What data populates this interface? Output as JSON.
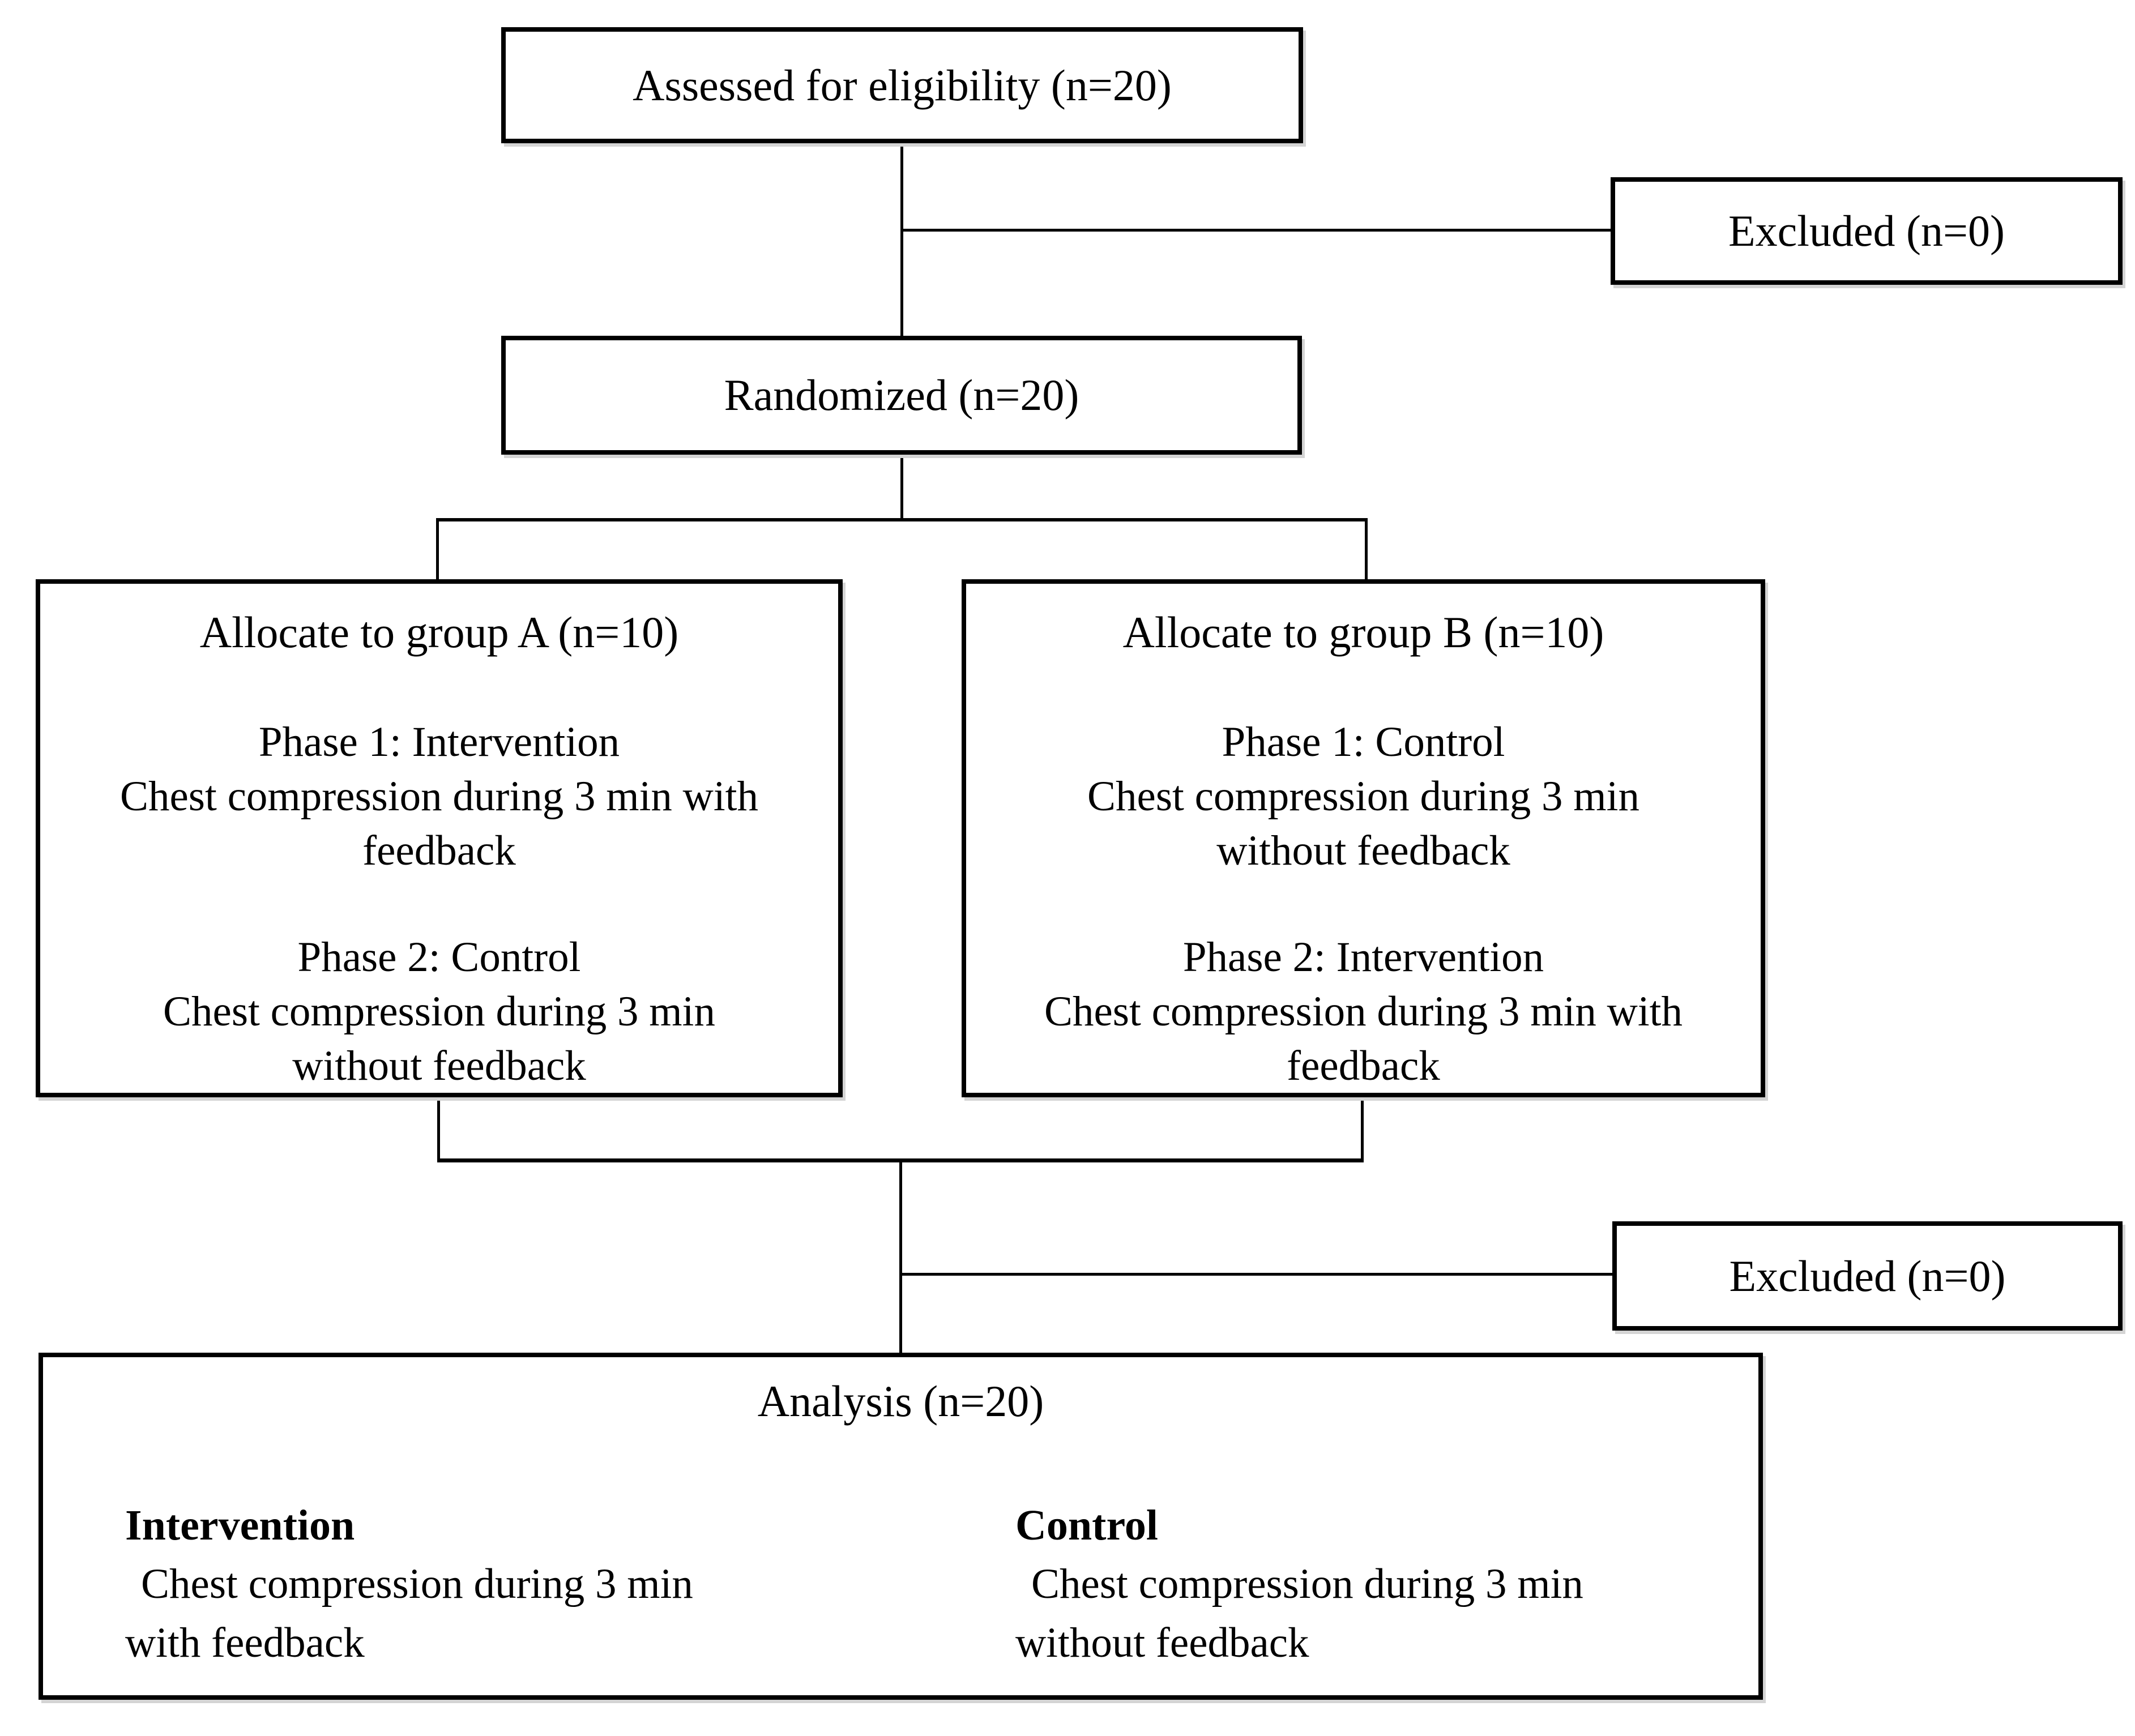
{
  "figure": {
    "assessed": {
      "text": "Assessed for eligibility (n=20)"
    },
    "excluded_top": {
      "text": "Excluded (n=0)"
    },
    "randomized": {
      "text": "Randomized (n=20)"
    },
    "group_a": {
      "title": "Allocate to group A (n=10)",
      "phase1_title": "Phase 1: Intervention",
      "phase1_detail_lines": [
        "Chest compression during 3 min with",
        "feedback"
      ],
      "phase2_title": "Phase 2: Control",
      "phase2_detail_lines": [
        "Chest compression during 3 min",
        "without feedback"
      ]
    },
    "group_b": {
      "title": "Allocate to group B (n=10)",
      "phase1_title": "Phase 1: Control",
      "phase1_detail_lines": [
        "Chest compression during 3 min",
        "without feedback"
      ],
      "phase2_title": "Phase 2: Intervention",
      "phase2_detail_lines": [
        "Chest compression during 3 min with",
        "feedback"
      ]
    },
    "excluded_bottom": {
      "text": "Excluded (n=0)"
    },
    "analysis": {
      "title": "Analysis (n=20)",
      "intervention_heading": "Intervention",
      "intervention_detail_lines": [
        "Chest compression during 3 min",
        "with feedback"
      ],
      "control_heading": "Control",
      "control_detail_lines": [
        "Chest compression during 3 min",
        "without feedback"
      ]
    },
    "colors": {
      "line": "#000000",
      "background": "#ffffff"
    }
  }
}
